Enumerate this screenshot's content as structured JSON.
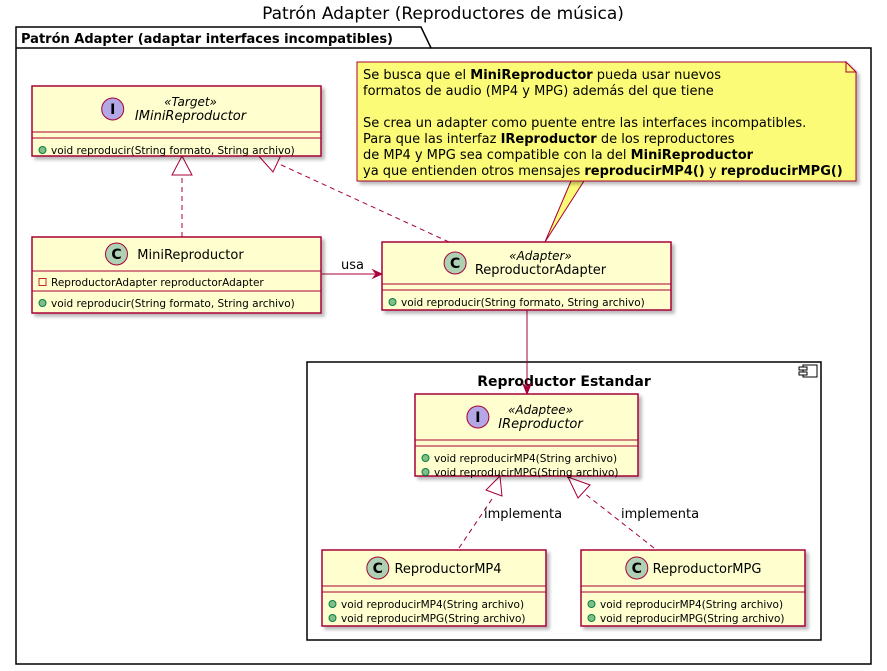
{
  "title": "Patrón Adapter (Reproductores de música)",
  "package": {
    "label": "Patrón Adapter (adaptar interfaces incompatibles)"
  },
  "component": {
    "label": "Reproductor Estandar"
  },
  "classes": {
    "target": {
      "kind": "interface",
      "badge": "I",
      "stereotype": "«Target»",
      "name": "IMiniReproductor",
      "fields": [],
      "methods": [
        "void reproducir(String formato, String archivo)"
      ]
    },
    "client": {
      "kind": "class",
      "badge": "C",
      "stereotype": "",
      "name": "MiniReproductor",
      "fields": [
        "ReproductorAdapter reproductorAdapter"
      ],
      "methods": [
        "void reproducir(String formato, String archivo)"
      ]
    },
    "adapter": {
      "kind": "class",
      "badge": "C",
      "stereotype": "«Adapter»",
      "name": "ReproductorAdapter",
      "fields": [],
      "methods": [
        "void reproducir(String formato, String archivo)"
      ]
    },
    "adaptee": {
      "kind": "interface",
      "badge": "I",
      "stereotype": "«Adaptee»",
      "name": "IReproductor",
      "fields": [],
      "methods": [
        "void reproducirMP4(String archivo)",
        "void reproducirMPG(String archivo)"
      ]
    },
    "mp4": {
      "kind": "class",
      "badge": "C",
      "stereotype": "",
      "name": "ReproductorMP4",
      "fields": [],
      "methods": [
        "void reproducirMP4(String archivo)",
        "void reproducirMPG(String archivo)"
      ]
    },
    "mpg": {
      "kind": "class",
      "badge": "C",
      "stereotype": "",
      "name": "ReproductorMPG",
      "fields": [],
      "methods": [
        "void reproducirMP4(String archivo)",
        "void reproducirMPG(String archivo)"
      ]
    }
  },
  "relations": {
    "uses_label": "usa",
    "implements_left_label": "implementa",
    "implements_right_label": "implementa"
  },
  "note": {
    "lines": [
      [
        {
          "t": "Se busca que el ",
          "b": false
        },
        {
          "t": "MiniReproductor",
          "b": true
        },
        {
          "t": " pueda usar nuevos",
          "b": false
        }
      ],
      [
        {
          "t": "formatos de audio (MP4 y MPG) además del que tiene",
          "b": false
        }
      ],
      [],
      [
        {
          "t": "Se crea un adapter como puente entre las interfaces incompatibles.",
          "b": false
        }
      ],
      [
        {
          "t": "Para que las interfaz ",
          "b": false
        },
        {
          "t": "IReproductor",
          "b": true
        },
        {
          "t": " de los reproductores",
          "b": false
        }
      ],
      [
        {
          "t": "de MP4 y MPG sea compatible con la del ",
          "b": false
        },
        {
          "t": "MiniReproductor",
          "b": true
        }
      ],
      [
        {
          "t": "ya que entienden otros mensajes ",
          "b": false
        },
        {
          "t": "reproducirMP4()",
          "b": true
        },
        {
          "t": " y ",
          "b": false
        },
        {
          "t": "reproducirMPG()",
          "b": true
        }
      ]
    ]
  },
  "colors": {
    "class_fill": "#FEFECE",
    "class_border": "#A80036",
    "class_badge": "#ADD1B2",
    "interface_badge": "#B4A7E5",
    "note_fill": "#FBFB77",
    "line": "#A80036",
    "visibility_public": "#84BE84",
    "visibility_private": "#C82930"
  }
}
